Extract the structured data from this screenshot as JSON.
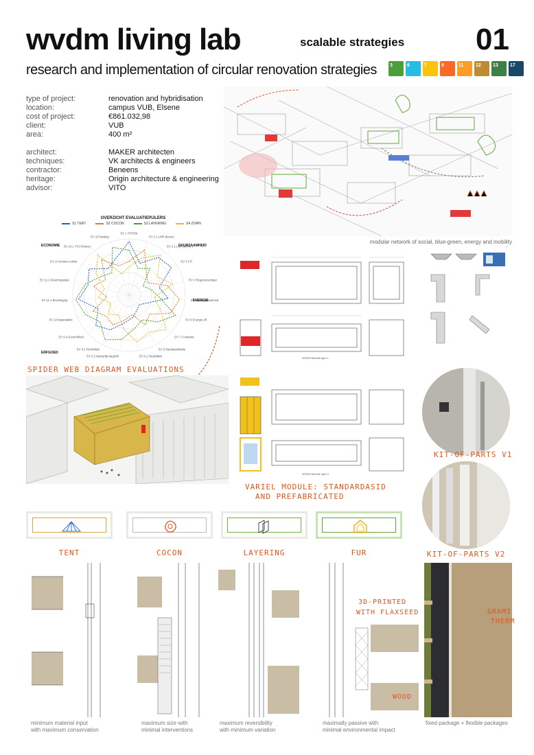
{
  "header": {
    "title": "wvdm living lab",
    "tag": "scalable strategies",
    "page_number": "01",
    "lead": "research and implementation of circular renovation strategies"
  },
  "sdg_goals": [
    {
      "number": "3",
      "color": "#4c9f38"
    },
    {
      "number": "6",
      "color": "#26bde2"
    },
    {
      "number": "7",
      "color": "#fcc30b"
    },
    {
      "number": "9",
      "color": "#fd6925"
    },
    {
      "number": "11",
      "color": "#fd9d24"
    },
    {
      "number": "12",
      "color": "#bf8b2e"
    },
    {
      "number": "13",
      "color": "#3f7e44"
    },
    {
      "number": "17",
      "color": "#19486a"
    }
  ],
  "facts_project": [
    {
      "key": "type of project:",
      "value": "renovation and hybridisation"
    },
    {
      "key": "location:",
      "value": "campus VUB, Elsene"
    },
    {
      "key": "cost of project:",
      "value": "€861.032,98"
    },
    {
      "key": "client:",
      "value": "VUB"
    },
    {
      "key": "area:",
      "value": "400 m²"
    }
  ],
  "facts_team": [
    {
      "key": "architect:",
      "value": "MAKER architecten"
    },
    {
      "key": "techniques:",
      "value": "VK architects & engineers"
    },
    {
      "key": "contractor:",
      "value": "Beneens"
    },
    {
      "key": "heritage:",
      "value": "Origin architecture & engineering"
    },
    {
      "key": "advisor:",
      "value": "VITO"
    }
  ],
  "network_caption": "modular network of social, blue-green, energy and mobility networks",
  "spider": {
    "title": "OVERZICHT EVALUATIEPIJLERS",
    "legend": [
      {
        "name": "S1 TENT",
        "color": "#2a5fb8"
      },
      {
        "name": "S2 COCON",
        "color": "#e07b22"
      },
      {
        "name": "S3 LAYERING",
        "color": "#4b9a2a"
      },
      {
        "name": "S4 ZORN",
        "color": "#e8b82a"
      }
    ],
    "categories": [
      "ECONOMIE",
      "DUURZAAMHEID",
      "ENERGIE",
      "ERFGOED"
    ],
    "axes": [
      "EV 1 TOTEM",
      "EV 2.1 LNR (bouw.)",
      "EV 2.2 LNR (techn.)",
      "EV 3 CTI",
      "EV 4 Regenereerbaar",
      "EV 5 Aanpasbaarheid",
      "EV 6 Energie eff.",
      "EV 7 U-waarde",
      "EV 8 Standaardisatie",
      "EV 9.1 Flexibiliteit",
      "EV 9.2 Natuurlijk daglicht",
      "EV 9.3 Flexibiliteit",
      "EV 9.4 Gezondheid",
      "EV 10 Materialiteit",
      "EV 11.1 Bevestiging",
      "EV 11.2 Kleurintegratie",
      "EV 13 Inname ruimte",
      "EV 14.1 TCO (bouw.)",
      "EV 15 Nesting"
    ]
  },
  "spider_caption": "SPIDER WEB DIAGRAM EVALUATIONS",
  "module_titles": [
    "WVDM Module type 1",
    "WVDM Module type 2"
  ],
  "module_caption_1": "VARIEL MODULE: STANDARDASID",
  "module_caption_2": "AND PREFABRICATED",
  "kit_v1": "KIT-OF-PARTS V1",
  "kit_v2": "KIT-OF-PARTS V2",
  "strategies": [
    {
      "label": "TENT",
      "caption_1": "minimum material input",
      "caption_2": "with maximum conservation"
    },
    {
      "label": "COCON",
      "caption_1": "maximum size with",
      "caption_2": "minimal interventions"
    },
    {
      "label": "LAYERING",
      "caption_1": "maximum reversibility",
      "caption_2": "with minimum variation"
    },
    {
      "label": "FUR",
      "caption_1": "maximally passive with",
      "caption_2": "minimal environmental impact"
    }
  ],
  "section_notes": {
    "printed_1": "3D-PRINTED",
    "printed_2": "WITH FLAXSEED",
    "wood": "WOOD",
    "gramitherm_1": "GRAMI",
    "gramitherm_2": "THERM"
  },
  "package_caption": "fixed package + flexible packages",
  "colors": {
    "accent_orange": "#e0561b",
    "module_red": "#e02727",
    "module_yellow": "#f1c21b"
  }
}
